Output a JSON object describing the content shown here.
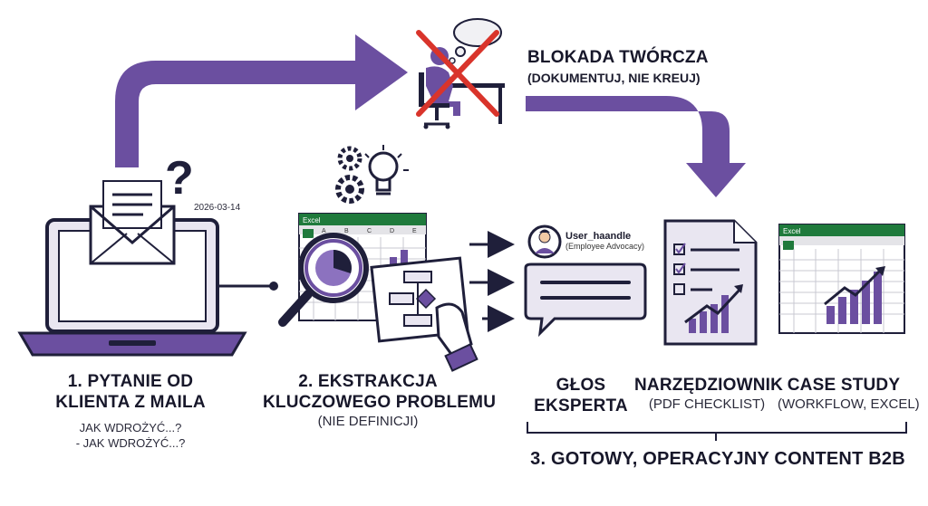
{
  "blockade": {
    "title": "BLOKADA TWÓRCZA",
    "subtitle": "(DOKUMENTUJ, NIE KREUJ)"
  },
  "step1": {
    "title_line1": "1. PYTANIE OD",
    "title_line2": "KLIENTA Z MAILA",
    "note_line1": "JAK WDROŻYĆ...?",
    "note_line2": "- JAK WDROŻYĆ...?",
    "date": "2026-03-14"
  },
  "step2": {
    "title_line1": "2. EKSTRAKCJA",
    "title_line2": "KLUCZOWEGO PROBLEMU",
    "note": "(NIE DEFINICJI)"
  },
  "step3": {
    "title": "3. GOTOWY, OPERACYJNY CONTENT B2B",
    "voice": {
      "line1": "GŁOS",
      "line2": "EKSPERTA"
    },
    "toolkit": {
      "line1": "NARZĘDZIOWNIK",
      "line2": "(PDF CHECKLIST)"
    },
    "case": {
      "line1": "CASE STUDY",
      "line2": "(WORKFLOW, EXCEL)"
    }
  },
  "profile": {
    "handle": "User_haandle",
    "role": "(Employee Advocacy)"
  },
  "excel_title": "Excel",
  "excel_cols": [
    "A",
    "B",
    "C",
    "D",
    "E"
  ],
  "colors": {
    "purple": "#6B4FA0",
    "dark": "#1F1F3A",
    "red": "#D9342B",
    "excel_green": "#1F7A3C"
  },
  "icons": [
    "laptop-icon",
    "envelope-icon",
    "question-mark-icon",
    "gear-icon",
    "lightbulb-icon",
    "magnifier-icon",
    "pie-chart-icon",
    "flowchart-icon",
    "hand-icon",
    "user-avatar-icon",
    "speech-bubble-icon",
    "checklist-document-icon",
    "growth-chart-icon",
    "blocked-writer-icon",
    "thought-cloud-icon"
  ]
}
